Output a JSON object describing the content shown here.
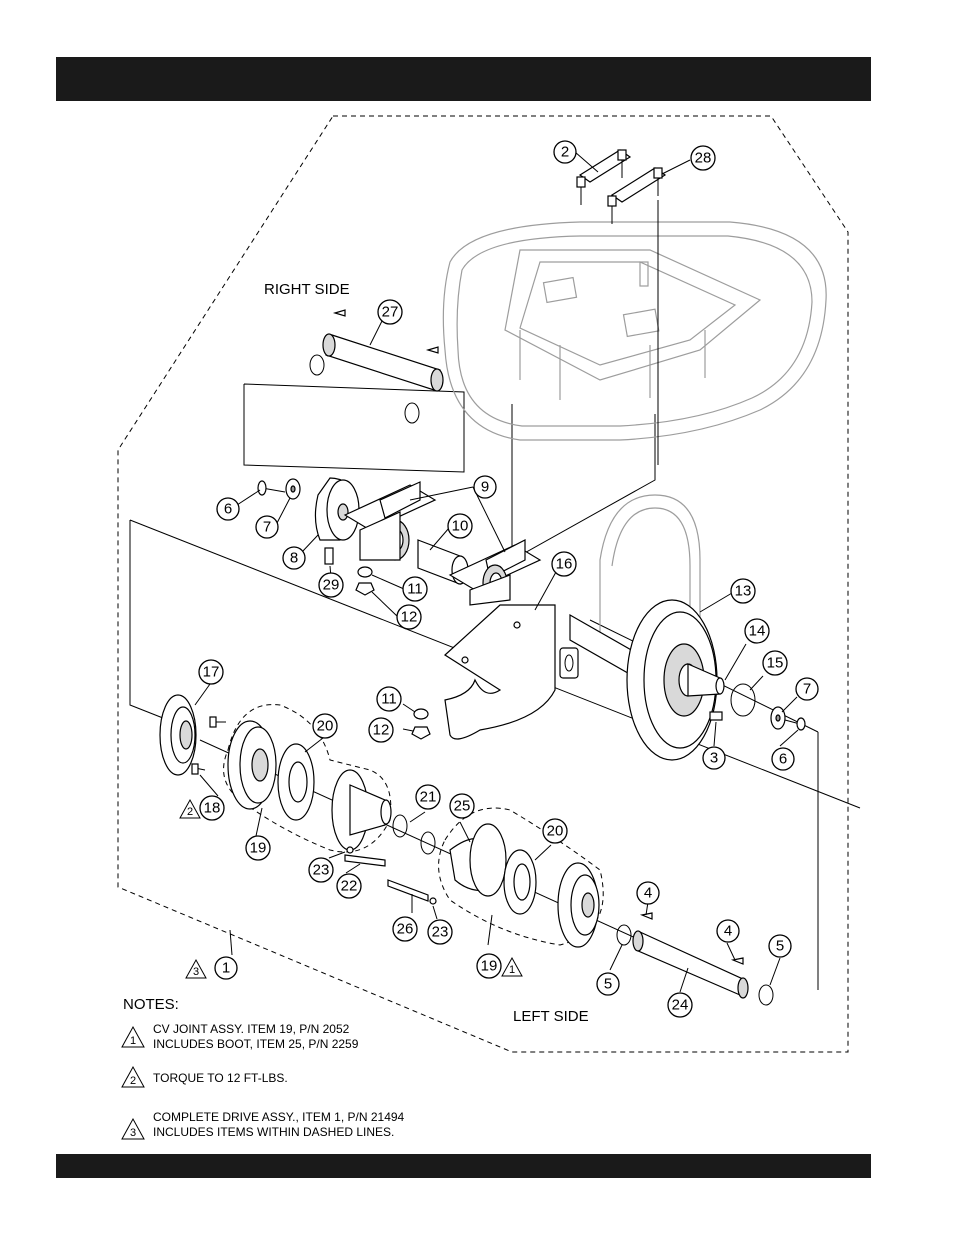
{
  "labels": {
    "right_side": "RIGHT SIDE",
    "left_side": "LEFT SIDE",
    "notes_title": "NOTES:"
  },
  "notes": [
    {
      "marker": "1",
      "line1": "CV JOINT ASSY. ITEM 19, P/N 2052",
      "line2": "INCLUDES BOOT, ITEM 25, P/N 2259"
    },
    {
      "marker": "2",
      "line1": "TORQUE TO 12 FT-LBS.",
      "line2": ""
    },
    {
      "marker": "3",
      "line1": "COMPLETE DRIVE ASSY., ITEM 1, P/N 21494",
      "line2": "INCLUDES ITEMS WITHIN DASHED LINES."
    }
  ],
  "callouts": {
    "c2": "2",
    "c28": "28",
    "c27": "27",
    "c9": "9",
    "c6a": "6",
    "c7a": "7",
    "c8": "8",
    "c10": "10",
    "c29": "29",
    "c11a": "11",
    "c12a": "12",
    "c16": "16",
    "c13": "13",
    "c14": "14",
    "c15": "15",
    "c7b": "7",
    "c3": "3",
    "c6b": "6",
    "c11b": "11",
    "c12b": "12",
    "c17": "17",
    "c20a": "20",
    "c18": "18",
    "c19a": "19",
    "c21": "21",
    "c25": "25",
    "c20b": "20",
    "c23a": "23",
    "c22": "22",
    "c26": "26",
    "c23b": "23",
    "c19b": "19",
    "c4a": "4",
    "c4b": "4",
    "c5a": "5",
    "c5b": "5",
    "c24": "24",
    "c1": "1"
  },
  "note_markers": {
    "n18": "2",
    "n19b": "1",
    "n1": "3"
  }
}
